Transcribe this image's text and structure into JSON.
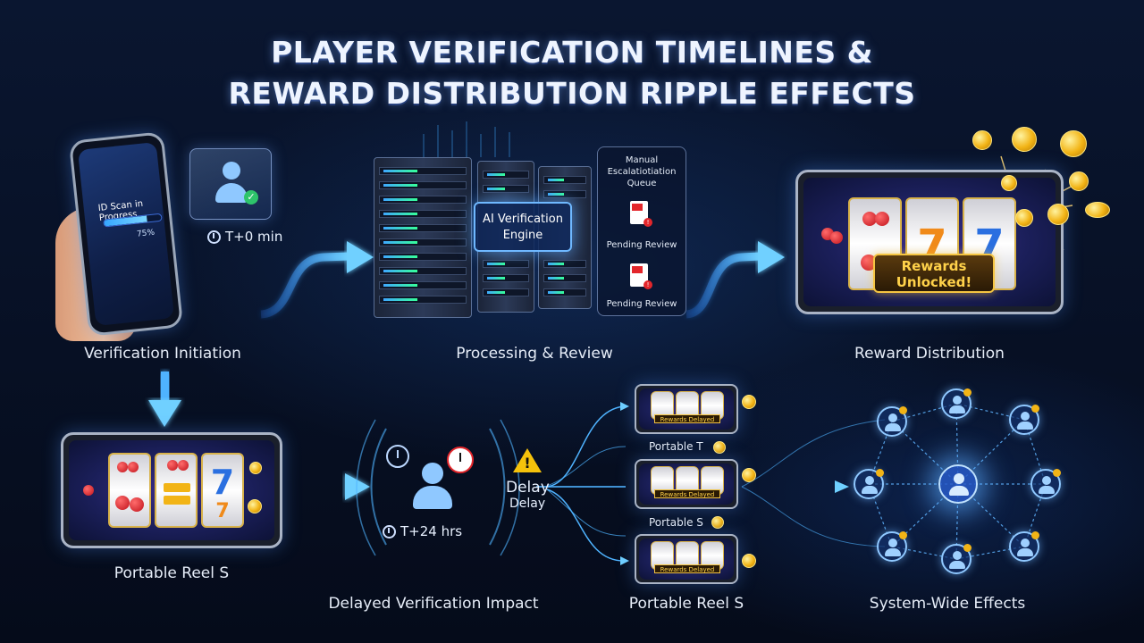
{
  "title": {
    "line1": "PLAYER VERIFICATION TIMELINES &",
    "line2": "REWARD DISTRIBUTION RIPPLE EFFECTS"
  },
  "stages": {
    "verification_initiation": "Verification Initiation",
    "processing_review": "Processing & Review",
    "reward_distribution": "Reward Distribution",
    "portable_reel_left": "Portable Reel S",
    "delayed_impact": "Delayed Verification Impact",
    "portable_reel_middle": "Portable Reel S",
    "system_wide": "System-Wide Effects"
  },
  "phone": {
    "scan_text": "ID Scan in Progress",
    "scan_percent_label": "75%",
    "scan_progress": 0.75
  },
  "timestamps": {
    "start": "T+0 min",
    "delayed": "T+24 hrs"
  },
  "engine": {
    "label": "AI Verification Engine"
  },
  "queue": {
    "title": "Manual Escalatiotiation Queue",
    "item1": "Pending Review",
    "item2": "Pending Review"
  },
  "reward": {
    "banner_line1": "Rewards",
    "banner_line2": "Unlocked!",
    "symbol": "7"
  },
  "delay": {
    "word1": "Delay",
    "word2": "Delay"
  },
  "mini_devices": {
    "banner": "Rewards Delayed",
    "label1": "Portable T",
    "label2": "Portable S"
  },
  "colors": {
    "flow_blue": "#4fb3ff",
    "coin_gold": "#f2b416",
    "warning_yellow": "#f5c20b",
    "success_green": "#2ec46b",
    "alert_red": "#e3262b"
  },
  "icons": [
    "clock-icon",
    "user-icon",
    "check-icon",
    "warning-icon",
    "document-icon",
    "coin-icon",
    "server-icon",
    "slot-reel-icon"
  ]
}
